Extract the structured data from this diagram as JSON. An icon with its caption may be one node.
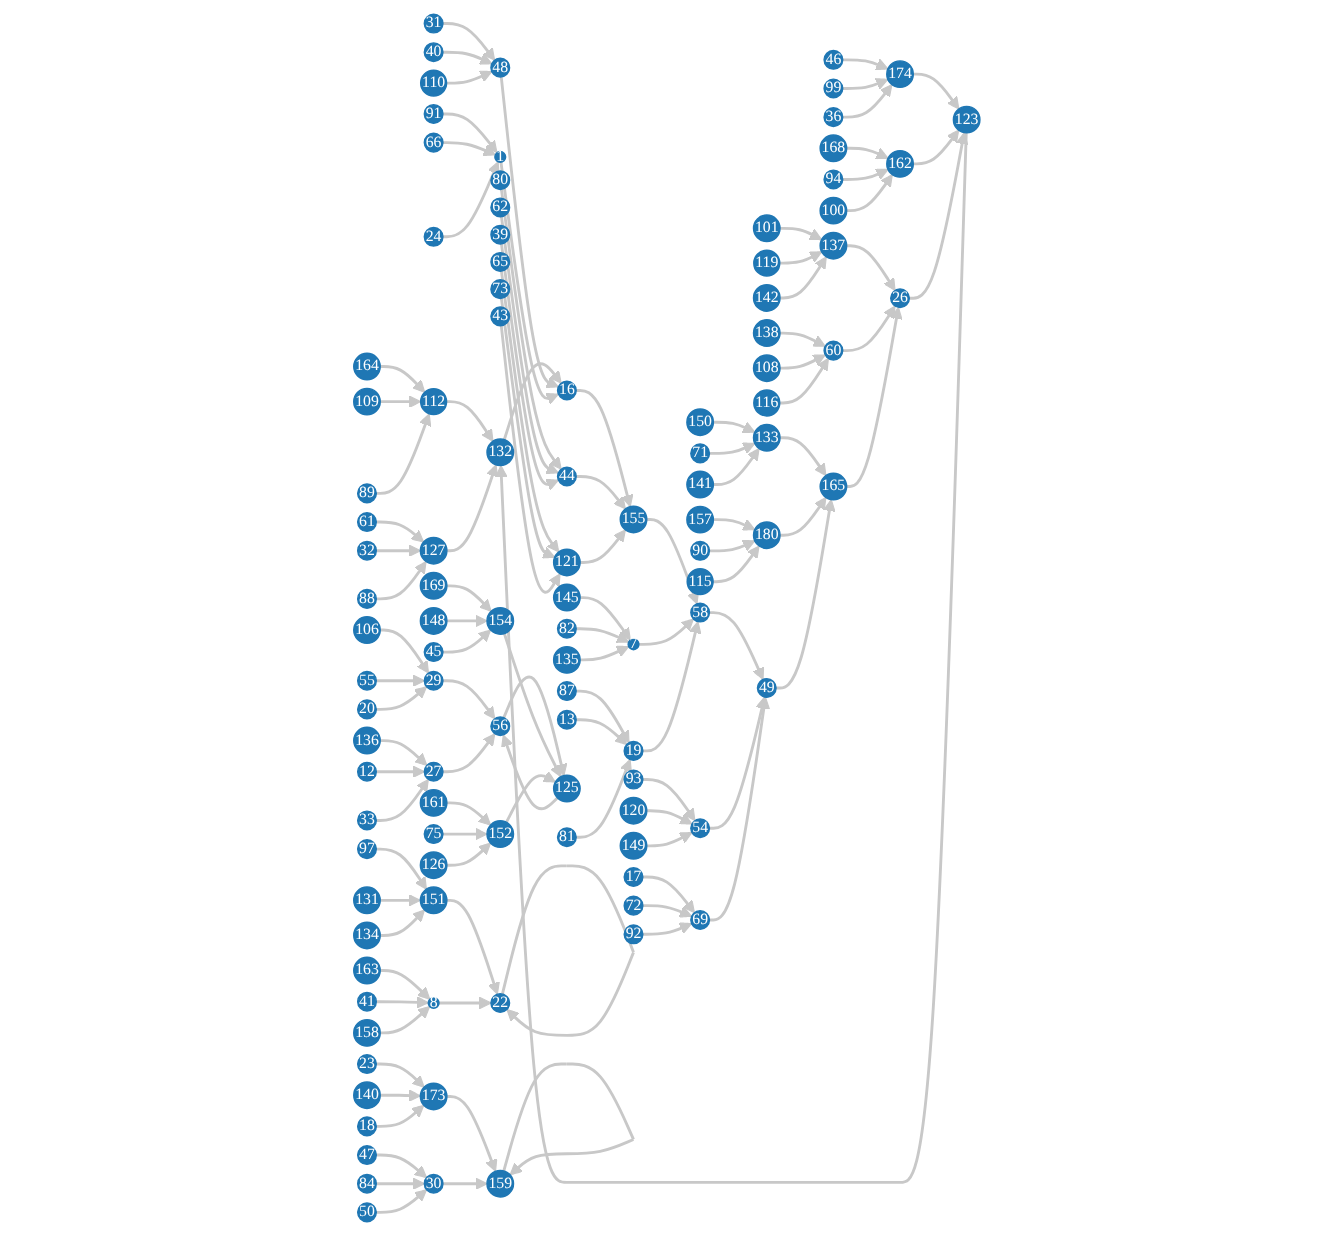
{
  "diagram": {
    "nodes": [
      {
        "text": [
          "164"
        ]
      },
      {
        "text": [
          "109"
        ]
      },
      {
        "text": [
          "89"
        ]
      },
      {
        "text": [
          "31"
        ]
      },
      {
        "text": [
          "40"
        ]
      },
      {
        "text": [
          "61"
        ]
      },
      {
        "text": [
          "32"
        ]
      },
      {
        "text": [
          "110"
        ]
      },
      {
        "text": [
          "46"
        ]
      },
      {
        "text": [
          "88"
        ]
      },
      {
        "text": [
          "48"
        ]
      },
      {
        "text": [
          "91"
        ]
      },
      {
        "text": [
          "66"
        ]
      },
      {
        "text": [
          "99"
        ]
      },
      {
        "text": [
          "80"
        ]
      },
      {
        "text": [
          "112"
        ]
      },
      {
        "text": [
          "62"
        ]
      },
      {
        "text": [
          "36"
        ]
      },
      {
        "text": [
          "174"
        ]
      },
      {
        "text": [
          "127"
        ]
      },
      {
        "text": [
          "24"
        ]
      },
      {
        "text": [
          "1"
        ]
      },
      {
        "text": [
          "39"
        ]
      },
      {
        "text": [
          "132"
        ]
      },
      {
        "text": [
          "168"
        ]
      },
      {
        "text": [
          "16"
        ]
      },
      {
        "text": [
          "94"
        ]
      },
      {
        "text": [
          "123"
        ]
      },
      {
        "text": [
          "162"
        ]
      },
      {
        "text": [
          "100"
        ]
      },
      {
        "text": [
          "155"
        ]
      },
      {
        "text": [
          "65"
        ]
      },
      {
        "text": [
          "121"
        ]
      },
      {
        "text": [
          "73"
        ]
      },
      {
        "text": [
          "43"
        ]
      },
      {
        "text": [
          "101"
        ]
      },
      {
        "text": [
          "137"
        ]
      },
      {
        "text": [
          "119"
        ]
      },
      {
        "text": [
          "26"
        ]
      },
      {
        "text": [
          "145"
        ]
      },
      {
        "text": [
          "142"
        ]
      },
      {
        "text": [
          "58"
        ]
      },
      {
        "text": [
          "7"
        ]
      },
      {
        "text": [
          "165"
        ]
      },
      {
        "text": [
          "82"
        ]
      },
      {
        "text": [
          "60"
        ]
      },
      {
        "text": [
          "138"
        ]
      },
      {
        "text": [
          "135"
        ]
      },
      {
        "text": [
          "49"
        ]
      },
      {
        "text": [
          "108"
        ]
      },
      {
        "text": [
          "19"
        ]
      },
      {
        "text": [
          "116"
        ]
      },
      {
        "text": [
          "133"
        ]
      },
      {
        "text": [
          "150"
        ]
      },
      {
        "text": [
          "87"
        ]
      },
      {
        "text": [
          "69"
        ]
      },
      {
        "text": [
          "180"
        ]
      },
      {
        "text": [
          "71"
        ]
      },
      {
        "text": [
          "141"
        ]
      },
      {
        "text": [
          "13"
        ]
      },
      {
        "text": [
          "17"
        ]
      },
      {
        "text": [
          "81"
        ]
      },
      {
        "text": [
          "157"
        ]
      },
      {
        "text": [
          "115"
        ]
      },
      {
        "text": [
          "90"
        ]
      },
      {
        "text": [
          "54"
        ]
      },
      {
        "text": [
          "72"
        ]
      },
      {
        "text": [
          "92"
        ]
      },
      {
        "text": [
          "93"
        ]
      },
      {
        "text": [
          "120"
        ]
      },
      {
        "text": [
          "149"
        ]
      },
      {
        "text": [
          "106"
        ]
      },
      {
        "text": [
          "97"
        ]
      },
      {
        "text": [
          "55"
        ]
      },
      {
        "text": [
          "131"
        ]
      },
      {
        "text": [
          "20"
        ]
      },
      {
        "text": [
          "29"
        ]
      },
      {
        "text": [
          "151"
        ]
      },
      {
        "text": [
          "56"
        ]
      },
      {
        "text": [
          "22"
        ]
      },
      {
        "text": [
          "136"
        ]
      },
      {
        "text": [
          "27"
        ]
      },
      {
        "text": [
          "125"
        ]
      },
      {
        "text": [
          "154"
        ]
      },
      {
        "text": [
          "169"
        ]
      },
      {
        "text": [
          "148"
        ]
      },
      {
        "text": [
          "134"
        ]
      },
      {
        "text": [
          "163"
        ]
      },
      {
        "text": [
          "8"
        ]
      },
      {
        "text": [
          "12"
        ]
      },
      {
        "text": [
          "33"
        ]
      },
      {
        "text": [
          "45"
        ]
      },
      {
        "text": [
          "41"
        ]
      },
      {
        "text": [
          "158"
        ]
      },
      {
        "text": [
          "152"
        ]
      },
      {
        "text": [
          "161"
        ]
      },
      {
        "text": [
          "126"
        ]
      },
      {
        "text": [
          "75"
        ]
      },
      {
        "text": [
          "47"
        ]
      },
      {
        "text": [
          "84"
        ]
      },
      {
        "text": [
          "140"
        ]
      },
      {
        "text": [
          "23"
        ]
      },
      {
        "text": [
          "30"
        ]
      },
      {
        "text": [
          "50"
        ]
      },
      {
        "text": [
          "173"
        ]
      },
      {
        "text": [
          "159"
        ]
      },
      {
        "text": [
          "18"
        ]
      },
      {
        "text": [
          "44"
        ]
      }
    ],
    "edges": [
      {
        "from": 0,
        "to": 15,
        "arrow": "to"
      },
      {
        "from": 1,
        "to": 15,
        "arrow": "to"
      },
      {
        "from": 2,
        "to": 15,
        "arrow": "to"
      },
      {
        "from": 15,
        "to": 23,
        "arrow": "to"
      },
      {
        "from": 5,
        "to": 19,
        "arrow": "to"
      },
      {
        "from": 6,
        "to": 19,
        "arrow": "to"
      },
      {
        "from": 9,
        "to": 19,
        "arrow": "to"
      },
      {
        "from": 19,
        "to": 23,
        "arrow": "to"
      },
      {
        "from": 8,
        "to": 18,
        "arrow": "to"
      },
      {
        "from": 13,
        "to": 18,
        "arrow": "to"
      },
      {
        "from": 17,
        "to": 18,
        "arrow": "to"
      },
      {
        "from": 18,
        "to": 27,
        "arrow": "to"
      },
      {
        "from": 24,
        "to": 28,
        "arrow": "to"
      },
      {
        "from": 26,
        "to": 28,
        "arrow": "to"
      },
      {
        "from": 29,
        "to": 28,
        "arrow": "to"
      },
      {
        "from": 28,
        "to": 27,
        "arrow": "to"
      },
      {
        "from": 27,
        "to": 23,
        "arrow": "to"
      },
      {
        "from": 38,
        "to": 27,
        "arrow": "to"
      },
      {
        "from": 23,
        "to": 25,
        "arrow": "to"
      },
      {
        "from": 3,
        "to": 10,
        "arrow": "to"
      },
      {
        "from": 4,
        "to": 10,
        "arrow": "to"
      },
      {
        "from": 7,
        "to": 10,
        "arrow": "to"
      },
      {
        "from": 10,
        "to": 25,
        "arrow": "to"
      },
      {
        "from": 11,
        "to": 21,
        "arrow": "to"
      },
      {
        "from": 12,
        "to": 21,
        "arrow": "to"
      },
      {
        "from": 20,
        "to": 21,
        "arrow": "to"
      },
      {
        "from": 21,
        "to": 25,
        "arrow": "to"
      },
      {
        "from": 25,
        "to": 30,
        "arrow": "to"
      },
      {
        "from": 14,
        "to": 107,
        "arrow": "to"
      },
      {
        "from": 16,
        "to": 107,
        "arrow": "to"
      },
      {
        "from": 22,
        "to": 107,
        "arrow": "to"
      },
      {
        "from": 107,
        "to": 30,
        "arrow": "to"
      },
      {
        "from": 31,
        "to": 32,
        "arrow": "to"
      },
      {
        "from": 33,
        "to": 32,
        "arrow": "to"
      },
      {
        "from": 34,
        "to": 32,
        "arrow": "to"
      },
      {
        "from": 32,
        "to": 30,
        "arrow": "to"
      },
      {
        "from": 30,
        "to": 41,
        "arrow": "to"
      },
      {
        "from": 35,
        "to": 36,
        "arrow": "to"
      },
      {
        "from": 37,
        "to": 36,
        "arrow": "to"
      },
      {
        "from": 40,
        "to": 36,
        "arrow": "to"
      },
      {
        "from": 36,
        "to": 38,
        "arrow": "to"
      },
      {
        "from": 46,
        "to": 45,
        "arrow": "to"
      },
      {
        "from": 49,
        "to": 45,
        "arrow": "to"
      },
      {
        "from": 51,
        "to": 45,
        "arrow": "to"
      },
      {
        "from": 45,
        "to": 38,
        "arrow": "to"
      },
      {
        "from": 43,
        "to": 38,
        "arrow": "to"
      },
      {
        "from": 53,
        "to": 52,
        "arrow": "to"
      },
      {
        "from": 57,
        "to": 52,
        "arrow": "to"
      },
      {
        "from": 58,
        "to": 52,
        "arrow": "to"
      },
      {
        "from": 52,
        "to": 43,
        "arrow": "to"
      },
      {
        "from": 62,
        "to": 56,
        "arrow": "to"
      },
      {
        "from": 64,
        "to": 56,
        "arrow": "to"
      },
      {
        "from": 63,
        "to": 56,
        "arrow": "to"
      },
      {
        "from": 56,
        "to": 43,
        "arrow": "to"
      },
      {
        "from": 48,
        "to": 43,
        "arrow": "to"
      },
      {
        "from": 41,
        "to": 48,
        "arrow": "to"
      },
      {
        "from": 39,
        "to": 42,
        "arrow": "to"
      },
      {
        "from": 44,
        "to": 42,
        "arrow": "to"
      },
      {
        "from": 47,
        "to": 42,
        "arrow": "to"
      },
      {
        "from": 42,
        "to": 41,
        "arrow": "to"
      },
      {
        "from": 54,
        "to": 50,
        "arrow": "to"
      },
      {
        "from": 59,
        "to": 50,
        "arrow": "to"
      },
      {
        "from": 61,
        "to": 50,
        "arrow": "to"
      },
      {
        "from": 50,
        "to": 41,
        "arrow": "to"
      },
      {
        "from": 65,
        "to": 48,
        "arrow": "to"
      },
      {
        "from": 68,
        "to": 65,
        "arrow": "to"
      },
      {
        "from": 69,
        "to": 65,
        "arrow": "to"
      },
      {
        "from": 70,
        "to": 65,
        "arrow": "to"
      },
      {
        "from": 55,
        "to": 48,
        "arrow": "to"
      },
      {
        "from": 60,
        "to": 55,
        "arrow": "to"
      },
      {
        "from": 66,
        "to": 55,
        "arrow": "to"
      },
      {
        "from": 67,
        "to": 55,
        "arrow": "to"
      },
      {
        "from": 71,
        "to": 76,
        "arrow": "to"
      },
      {
        "from": 73,
        "to": 76,
        "arrow": "to"
      },
      {
        "from": 75,
        "to": 76,
        "arrow": "to"
      },
      {
        "from": 76,
        "to": 78,
        "arrow": "to"
      },
      {
        "from": 80,
        "to": 81,
        "arrow": "to"
      },
      {
        "from": 89,
        "to": 81,
        "arrow": "to"
      },
      {
        "from": 90,
        "to": 81,
        "arrow": "to"
      },
      {
        "from": 81,
        "to": 78,
        "arrow": "to"
      },
      {
        "from": 78,
        "to": 82,
        "arrow": "to"
      },
      {
        "from": 82,
        "to": 78,
        "arrow": "to"
      },
      {
        "from": 83,
        "to": 82,
        "arrow": "to"
      },
      {
        "from": 84,
        "to": 83,
        "arrow": "to"
      },
      {
        "from": 85,
        "to": 83,
        "arrow": "to"
      },
      {
        "from": 91,
        "to": 83,
        "arrow": "to"
      },
      {
        "from": 94,
        "to": 82,
        "arrow": "to"
      },
      {
        "from": 95,
        "to": 94,
        "arrow": "to"
      },
      {
        "from": 97,
        "to": 94,
        "arrow": "to"
      },
      {
        "from": 96,
        "to": 94,
        "arrow": "to"
      },
      {
        "from": 72,
        "to": 77,
        "arrow": "to"
      },
      {
        "from": 74,
        "to": 77,
        "arrow": "to"
      },
      {
        "from": 86,
        "to": 77,
        "arrow": "to"
      },
      {
        "from": 77,
        "to": 79,
        "arrow": "to"
      },
      {
        "from": 79,
        "to": 79,
        "arrow": "to"
      },
      {
        "from": 88,
        "to": 79,
        "arrow": "to"
      },
      {
        "from": 87,
        "to": 88,
        "arrow": "to"
      },
      {
        "from": 92,
        "to": 88,
        "arrow": "to"
      },
      {
        "from": 93,
        "to": 88,
        "arrow": "to"
      },
      {
        "from": 101,
        "to": 104,
        "arrow": "to"
      },
      {
        "from": 100,
        "to": 104,
        "arrow": "to"
      },
      {
        "from": 106,
        "to": 104,
        "arrow": "to"
      },
      {
        "from": 104,
        "to": 105,
        "arrow": "to"
      },
      {
        "from": 105,
        "to": 105,
        "arrow": "to"
      },
      {
        "from": 98,
        "to": 102,
        "arrow": "to"
      },
      {
        "from": 99,
        "to": 102,
        "arrow": "to"
      },
      {
        "from": 103,
        "to": 102,
        "arrow": "to"
      },
      {
        "from": 102,
        "to": 105,
        "arrow": "to"
      }
    ]
  }
}
